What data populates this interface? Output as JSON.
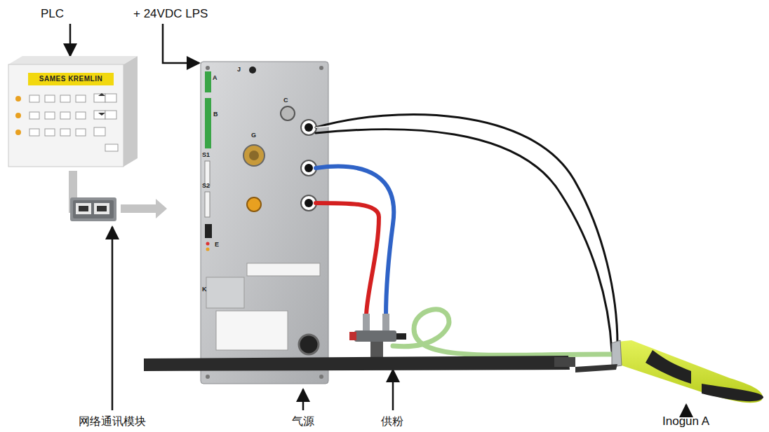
{
  "diagram": {
    "nodes": [
      {
        "text": [
          "SAMES KREMLIN"
        ]
      },
      {
        "text": [
          "J",
          "A",
          "B",
          "C",
          "G",
          "S1",
          "S2",
          "E",
          "K"
        ]
      }
    ],
    "labels": [
      "PLC",
      "+ 24VDC LPS",
      "网络通讯模块",
      "气源",
      "供粉",
      "Inogun A"
    ]
  }
}
